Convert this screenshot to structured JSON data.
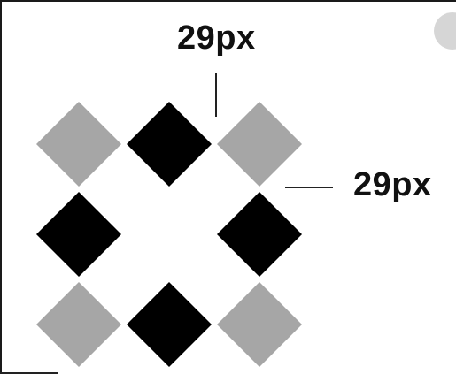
{
  "labels": {
    "top_dimension": "29px",
    "right_dimension": "29px"
  },
  "pattern": {
    "grid": [
      [
        "gray",
        "black",
        "gray"
      ],
      [
        "black",
        "empty",
        "black"
      ],
      [
        "gray",
        "black",
        "gray"
      ]
    ]
  },
  "colors": {
    "gray": "#a6a6a6",
    "black": "#000000",
    "background": "#ffffff",
    "corner_circle": "#d6d6d6"
  }
}
